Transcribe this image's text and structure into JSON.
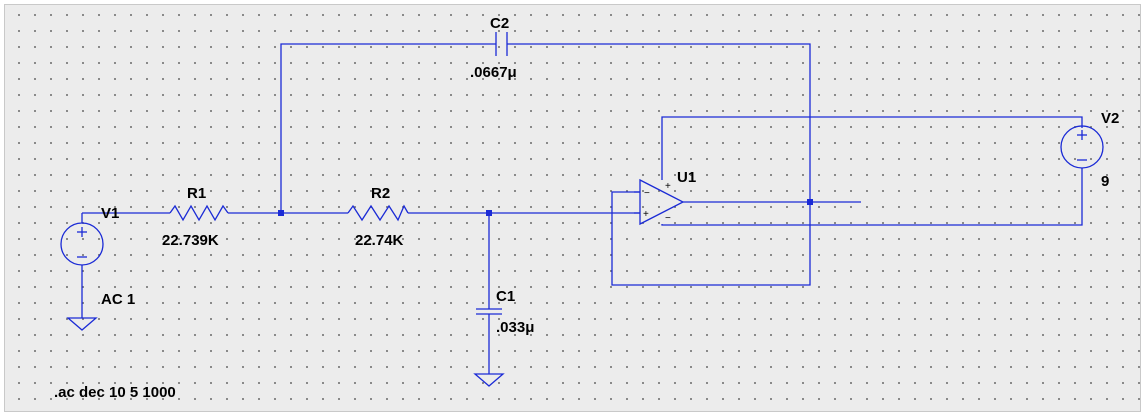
{
  "components": {
    "c2": {
      "ref": "C2",
      "value": ".0667μ"
    },
    "r1": {
      "ref": "R1",
      "value": "22.739K"
    },
    "r2": {
      "ref": "R2",
      "value": "22.74K"
    },
    "c1": {
      "ref": "C1",
      "value": ".033μ"
    },
    "v1": {
      "ref": "V1",
      "value": "AC 1"
    },
    "u1": {
      "ref": "U1",
      "plus": "+",
      "minus": "−"
    },
    "v2": {
      "ref": "V2",
      "value": "9"
    }
  },
  "directive": ".ac dec 10 5 1000",
  "colors": {
    "wire": "#1b2bd6",
    "background": "#ececec",
    "grid_dot": "#7a7a7a",
    "text": "#000000"
  },
  "icons": [
    "voltage-source-icon",
    "resistor-icon",
    "capacitor-icon",
    "op-amp-icon",
    "ground-icon"
  ]
}
